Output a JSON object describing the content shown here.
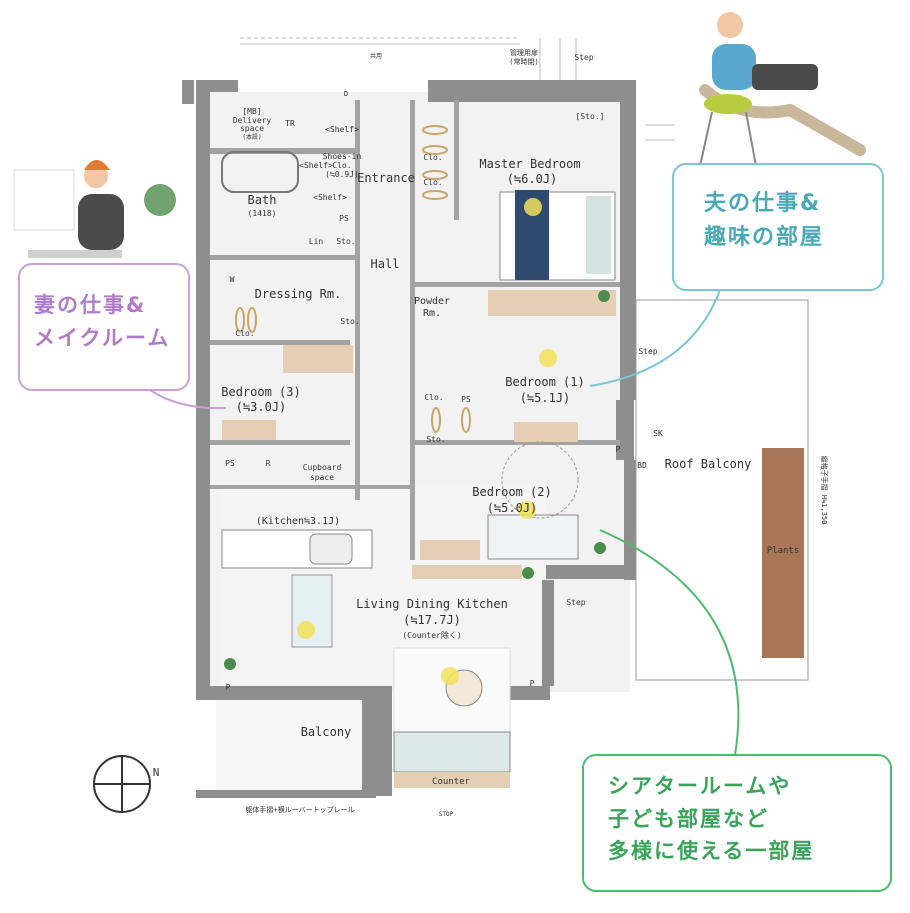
{
  "colors": {
    "wall": "#8e8e8e",
    "floor": "#f2f2f2",
    "wood": "#e5cfb4",
    "planter": "#a8775a",
    "husband_callout": "#7cc7cf",
    "wife_callout": "#c9a0d8",
    "theater_callout": "#4dbb6c",
    "rug_blue": "#2e4a6e",
    "sofa": "#dde8e8"
  },
  "icons": [
    "compass-north-icon",
    "person-laptop-icon",
    "person-writing-icon",
    "plant-icon",
    "lamp-icon"
  ],
  "rooms": {
    "master_bedroom": {
      "name": "Master Bedroom",
      "size": "(≒6.0J)"
    },
    "entrance": "Entrance",
    "hall": "Hall",
    "bath": {
      "name": "Bath",
      "size": "(1418)"
    },
    "dressing": "Dressing Rm.",
    "powder": {
      "line1": "Powder",
      "line2": "Rm."
    },
    "bedroom1": {
      "name": "Bedroom (1)",
      "size": "(≒5.1J)"
    },
    "bedroom2": {
      "name": "Bedroom (2)",
      "size": "(≒5.0J)"
    },
    "bedroom3": {
      "name": "Bedroom (3)",
      "size": "(≒3.0J)"
    },
    "kitchen": "(Kitchen≒3.1J)",
    "ldk": {
      "name": "Living Dining Kitchen",
      "size": "(≒17.7J)",
      "note": "(Counter除く)"
    },
    "balcony": "Balcony",
    "roof_balcony": "Roof Balcony",
    "plants": "Plants",
    "counter": "Counter",
    "cupboard": {
      "line1": "Cupboard",
      "line2": "space"
    }
  },
  "small_labels": {
    "mb": "[MB]",
    "delivery": "Delivery",
    "delivery_space": "space",
    "delivery_note": "(本設)",
    "tr": "TR",
    "shelf": "<Shelf>",
    "shoes_in": "Shoes-in",
    "shoes_clo": "Clo.",
    "shoes_size": "(≒0.9J)",
    "ps": "PS",
    "lin": "Lin",
    "sto": "Sto.",
    "sto_bracket": "[Sto.]",
    "clo": "Clo.",
    "w": "W",
    "r": "R",
    "p": "P",
    "sk": "SK",
    "bd": "BD",
    "step": "Step",
    "stop": "STOP",
    "mgmt1": "管理用扉",
    "mgmt2": "(常時閉)",
    "rail_top": "共用",
    "bottom_rail": "躯体手摺+横ルーバートップレール",
    "side_rail": "縦格子手摺 H≒1,350",
    "d": "D"
  },
  "compass": {
    "north": "N"
  },
  "callouts": {
    "husband": [
      "夫の仕事&",
      "趣味の部屋"
    ],
    "wife": [
      "妻の仕事&",
      "メイクルーム"
    ],
    "theater": [
      "シアタールームや",
      "子ども部屋など",
      "多様に使える一部屋"
    ]
  }
}
